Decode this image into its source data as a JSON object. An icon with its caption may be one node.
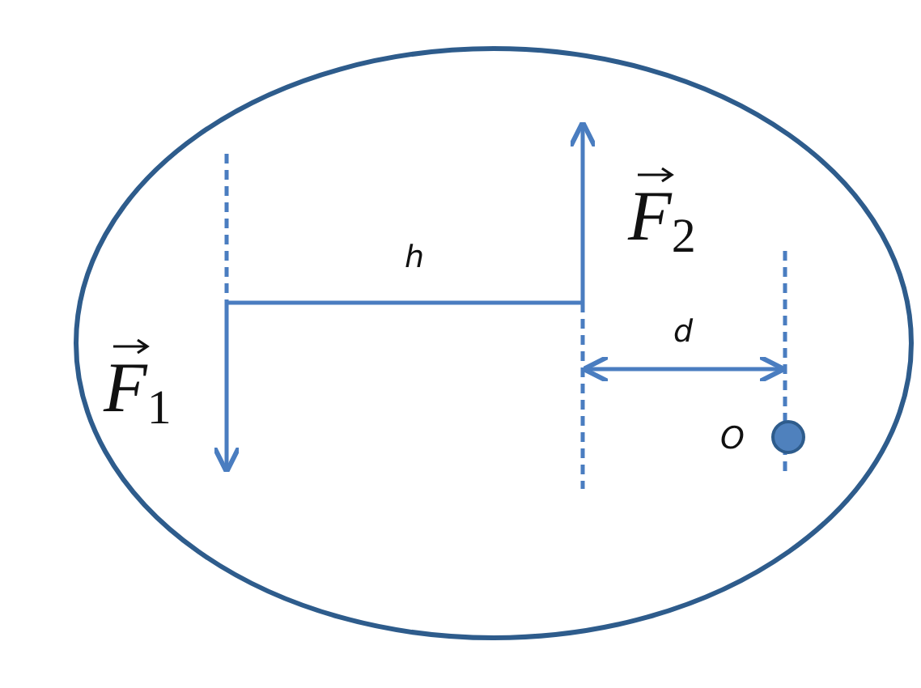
{
  "diagram": {
    "labels": [
      "F$_{1}$",
      "h",
      "F$_{2}$",
      "d",
      "O"
    ]
  }
}
